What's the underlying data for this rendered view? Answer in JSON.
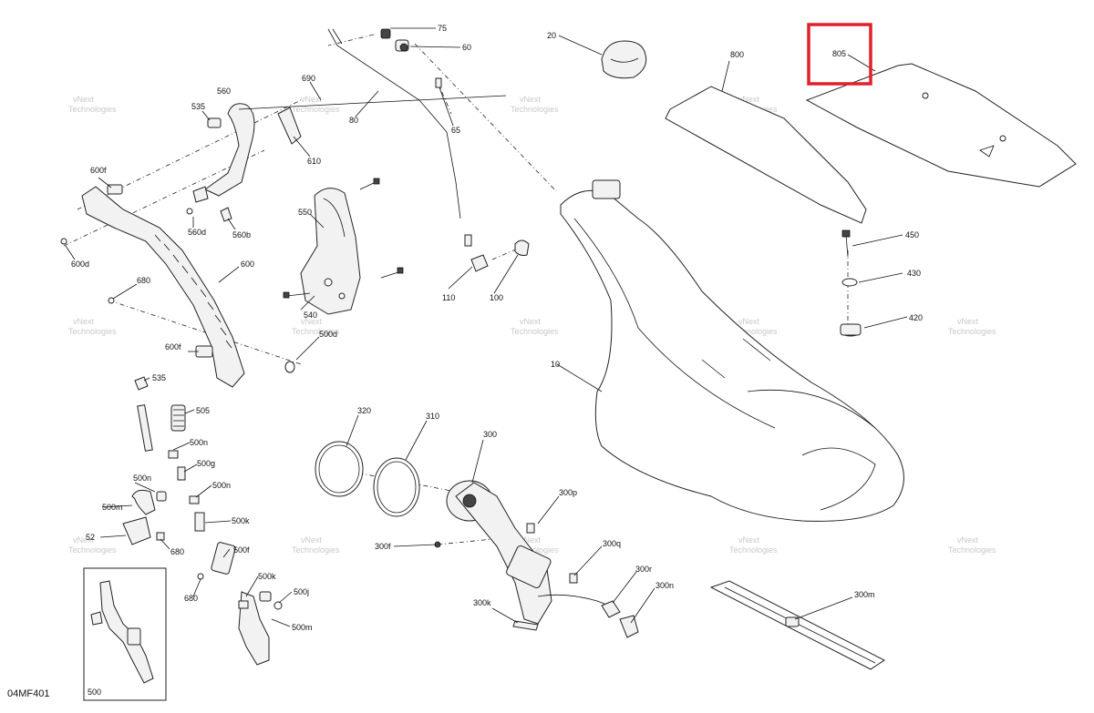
{
  "diagram_code": "04MF401",
  "highlight_color": "#e0202a",
  "watermark": [
    "vNext",
    "Technologies"
  ],
  "inset_label": "500",
  "callouts": {
    "c75": "75",
    "c60": "60",
    "c20": "20",
    "c800": "800",
    "c805": "805",
    "c690": "690",
    "c560": "560",
    "c535a": "535",
    "c80": "80",
    "c65": "65",
    "c610": "610",
    "c600f_a": "600f",
    "c560d": "560d",
    "c560b": "560b",
    "c600d": "600d",
    "c550": "550",
    "c600": "600",
    "c680a": "680",
    "c540": "540",
    "c110": "110",
    "c100": "100",
    "c500d": "500d",
    "c600f_b": "600f",
    "c450": "450",
    "c430": "430",
    "c420": "420",
    "c10": "10",
    "c535b": "535",
    "c505": "505",
    "c500n_a": "500n",
    "c500g": "500g",
    "c500n_b": "500n",
    "c500n_c": "500n",
    "c500m_a": "500m",
    "c500k_a": "500k",
    "c52x": "52",
    "c680b": "680",
    "c500f": "500f",
    "c680c": "680",
    "c500k_b": "500k",
    "c500j": "500j",
    "c500m_b": "500m",
    "c320": "320",
    "c310": "310",
    "c300": "300",
    "c300p": "300p",
    "c300f": "300f",
    "c300q": "300q",
    "c300r": "300r",
    "c300n": "300n",
    "c300k": "300k",
    "c300m": "300m"
  }
}
